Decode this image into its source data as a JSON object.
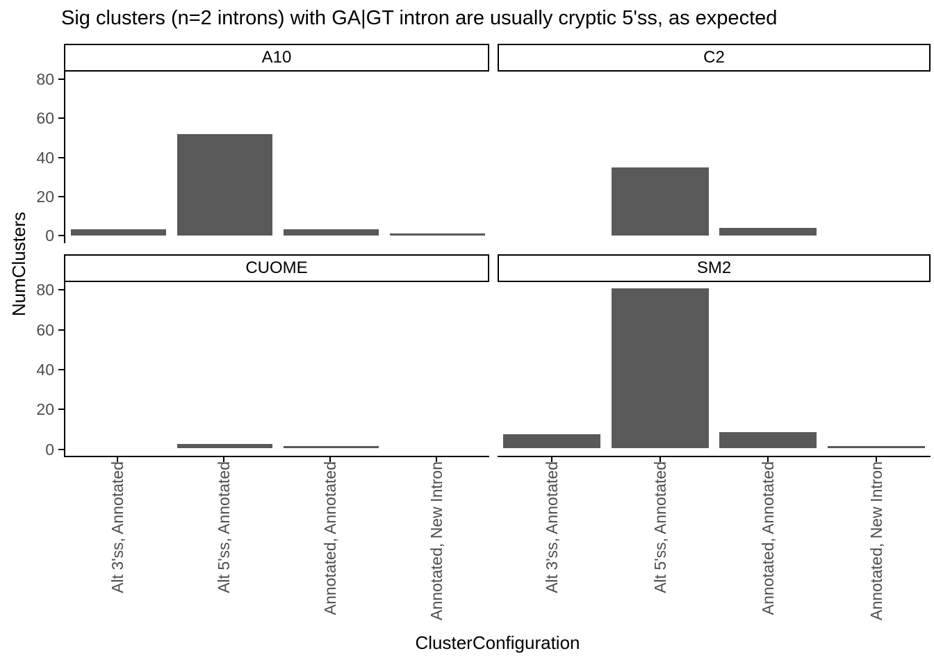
{
  "chart_data": {
    "type": "bar",
    "faceted": true,
    "title": "Sig clusters (n=2 introns) with GA|GT intron are usually cryptic 5'ss, as expected",
    "xlabel": "ClusterConfiguration",
    "ylabel": "NumClusters",
    "categories": [
      "Alt 3'ss, Annotated",
      "Alt 5'ss, Annotated",
      "Annotated, Annotated",
      "Annotated, New Intron"
    ],
    "facets": [
      {
        "label": "A10",
        "values": [
          3,
          52,
          3,
          1
        ]
      },
      {
        "label": "C2",
        "values": [
          0,
          35,
          4,
          0
        ]
      },
      {
        "label": "CUOME",
        "values": [
          0,
          2,
          1,
          0
        ]
      },
      {
        "label": "SM2",
        "values": [
          7,
          80,
          8,
          1
        ]
      }
    ],
    "yticks": [
      0,
      20,
      40,
      60,
      80
    ],
    "ylim": [
      -4,
      84
    ],
    "grid": false,
    "legend": "none",
    "bar_color": "#595959",
    "axis_text_color": "#4D4D4D",
    "axis_line_color": "#000000",
    "strip_fill": "#FFFFFF",
    "strip_border_color": "#000000",
    "background_color": "#FFFFFF"
  }
}
